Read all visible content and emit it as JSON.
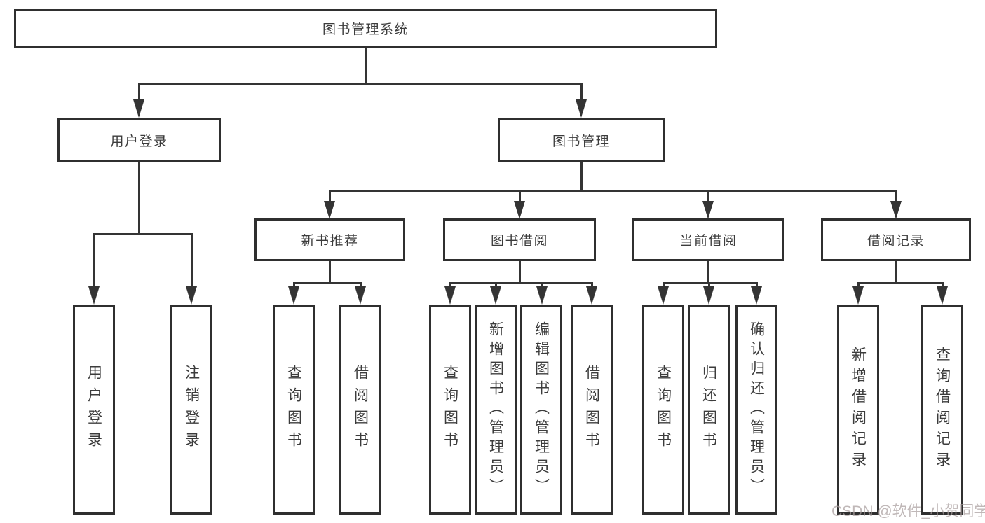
{
  "diagram": {
    "root": {
      "label": "图书管理系统"
    },
    "level2": {
      "user_login": {
        "label": "用户登录"
      },
      "book_mgmt": {
        "label": "图书管理"
      }
    },
    "level3": {
      "new_book": {
        "label": "新书推荐"
      },
      "book_borrow": {
        "label": "图书借阅"
      },
      "current_borrow": {
        "label": "当前借阅"
      },
      "borrow_record": {
        "label": "借阅记录"
      }
    },
    "leaves": {
      "user_login": "用户登录",
      "logout_login": "注销登录",
      "nb_query_books": "查询图书",
      "nb_borrow_books": "借阅图书",
      "bb_query_books": "查询图书",
      "bb_add_books": "新增图书（管理员）",
      "bb_edit_books": "编辑图书（管理员）",
      "bb_borrow_books": "借阅图书",
      "cb_query_books": "查询图书",
      "cb_return_books": "归还图书",
      "cb_confirm_return": "确认归还（管理员）",
      "br_add_record": "新增借阅记录",
      "br_query_record": "查询借阅记录"
    }
  },
  "watermark": "CSDN @软件_小贺同学",
  "colors": {
    "background": "#ffffff",
    "box_border": "#2f2f2f",
    "connector_line": "#343434",
    "text": "#3c3c3c",
    "watermark": "#a89d9d"
  }
}
